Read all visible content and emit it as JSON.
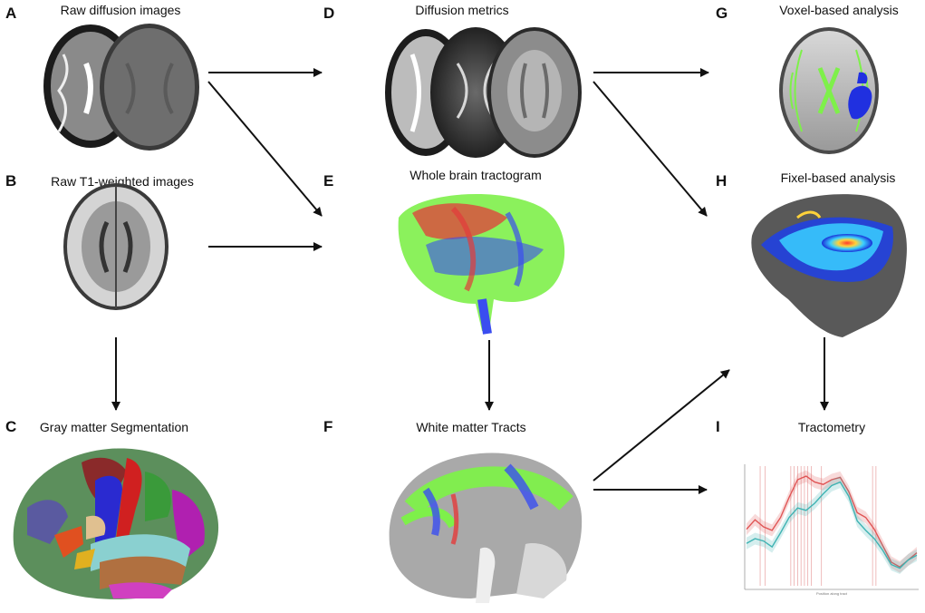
{
  "panels": {
    "A": {
      "letter": "A",
      "title": "Raw diffusion images"
    },
    "B": {
      "letter": "B",
      "title": "Raw T1-weighted images"
    },
    "C": {
      "letter": "C",
      "title": "Gray matter Segmentation"
    },
    "D": {
      "letter": "D",
      "title": "Diffusion metrics"
    },
    "E": {
      "letter": "E",
      "title": "Whole brain tractogram"
    },
    "F": {
      "letter": "F",
      "title": "White matter Tracts"
    },
    "G": {
      "letter": "G",
      "title": "Voxel-based analysis"
    },
    "H": {
      "letter": "H",
      "title": "Fixel-based analysis"
    },
    "I": {
      "letter": "I",
      "title": "Tractometry"
    }
  },
  "colors": {
    "arrow": "#111111",
    "brain_gray": "#a9a9a9",
    "tract_green": "#7ef04a",
    "tract_blue": "#3a4df0",
    "tract_red": "#e33b3b",
    "series_red": "#e05555",
    "series_teal": "#3fb3b3"
  },
  "icons": {
    "arrow": "arrow-right-icon",
    "brain": "brain-slice-icon"
  },
  "chart_data": {
    "type": "line",
    "title": "",
    "xlabel": "Position along tract",
    "ylabel": "",
    "x": [
      0,
      5,
      10,
      15,
      20,
      25,
      30,
      35,
      40,
      45,
      50,
      55,
      60,
      65,
      70,
      75,
      80,
      85,
      90,
      95,
      100
    ],
    "series": [
      {
        "values": [
          0.48,
          0.56,
          0.5,
          0.47,
          0.58,
          0.75,
          0.9,
          0.93,
          0.88,
          0.86,
          0.9,
          0.92,
          0.8,
          0.62,
          0.58,
          0.48,
          0.34,
          0.2,
          0.16,
          0.22,
          0.28
        ]
      },
      {
        "values": [
          0.36,
          0.4,
          0.38,
          0.33,
          0.45,
          0.58,
          0.66,
          0.64,
          0.7,
          0.78,
          0.85,
          0.88,
          0.76,
          0.55,
          0.47,
          0.4,
          0.3,
          0.18,
          0.15,
          0.22,
          0.26
        ]
      }
    ],
    "ylim": [
      0,
      1
    ],
    "grid": false
  }
}
